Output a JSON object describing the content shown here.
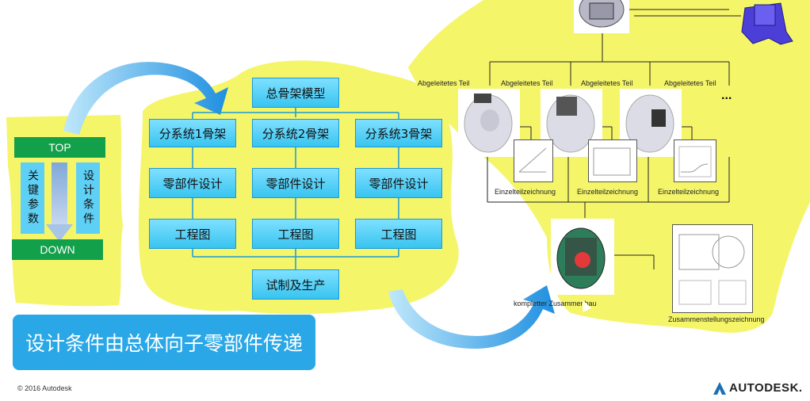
{
  "left_panel": {
    "top_label": "TOP",
    "bottom_label": "DOWN",
    "col1": "关键参数",
    "col2": "设计条件"
  },
  "flow": {
    "master": "总骨架模型",
    "subsystems": [
      "分系统1骨架",
      "分系统2骨架",
      "分系统3骨架"
    ],
    "design": [
      "零部件设计",
      "零部件设计",
      "零部件设计"
    ],
    "drawing": [
      "工程图",
      "工程图",
      "工程图"
    ],
    "production": "试制及生产"
  },
  "banner": "设计条件由总体向子零部件传递",
  "right_panel": {
    "derived_labels": [
      "Abgeleitetes Teil",
      "Abgeleitetes Teil",
      "Abgeleitetes Teil",
      "Abgeleitetes Teil"
    ],
    "more": "...",
    "detail_labels": [
      "Einzelteilzeichnung",
      "Einzelteilzeichnung",
      "Einzelteilzeichnung"
    ],
    "assembly_label": "kompletter Zusammenbau",
    "assembly_drawing_label": "Zusammenstellungszeichnung"
  },
  "footer": {
    "copyright": "© 2016 Autodesk",
    "brand": "AUTODESK."
  },
  "colors": {
    "blob_yellow": "#f5f56a",
    "box_blue": "#38c4f0",
    "green": "#12a04a",
    "banner_blue": "#2aa7e6"
  }
}
